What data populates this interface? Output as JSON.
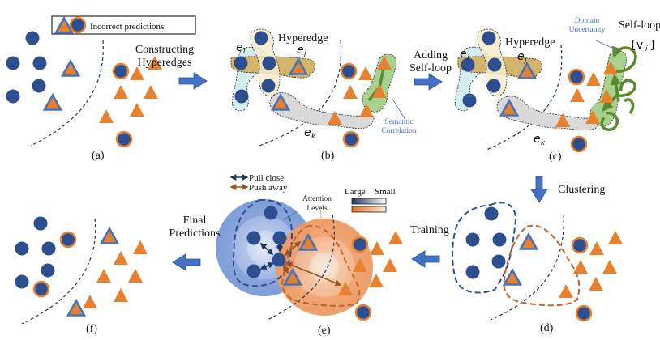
{
  "legend": {
    "label": "Incorrect predictions",
    "icons": [
      "blue-outlined-orange-triangle",
      "orange-outlined-blue-circle"
    ]
  },
  "colors": {
    "blue": "#2e4f8f",
    "orange": "#e8812f",
    "blue_outline": "#4a72b8",
    "orange_outline": "#e8812f",
    "arrow_blue": "#4472c4",
    "green": "#5a8a2e",
    "green_fill": "#a9d18e",
    "boundary": "#1f3864",
    "pull": "#1f3864",
    "push": "#a0521c"
  },
  "panels": {
    "a": {
      "caption": "(a)"
    },
    "b": {
      "caption": "(b)",
      "hyperedge_label": "Hyperedge",
      "edge_i": "e",
      "edge_i_sub": "i",
      "edge_j": "e",
      "edge_j_sub": "j",
      "edge_k": "e",
      "edge_k_sub": "k",
      "note": [
        "Semantic",
        "Correlation"
      ]
    },
    "c": {
      "caption": "(c)",
      "hyperedge_label": "Hyperedge",
      "edge_i": "e",
      "edge_i_sub": "i",
      "edge_j": "e",
      "edge_j_sub": "j",
      "edge_k": "e",
      "edge_k_sub": "k",
      "note": [
        "Domain",
        "Uncertainty"
      ],
      "selfloop_label": "Self-loop",
      "selfloop_set": "{v",
      "selfloop_set_sub": "i",
      "selfloop_set_close": "}"
    },
    "d": {
      "caption": "(d)"
    },
    "e": {
      "caption": "(e)",
      "pull_label": "Pull close",
      "push_label": "Push away",
      "attention_label": [
        "Attention",
        "Levels"
      ],
      "scale_large": "Large",
      "scale_small": "Small"
    },
    "f": {
      "caption": "(f)"
    }
  },
  "steps": {
    "constructing": [
      "Constructing",
      "Hyperedges"
    ],
    "adding": [
      "Adding",
      "Self-loop"
    ],
    "clustering": "Clustering",
    "training": "Training",
    "final": [
      "Final",
      "Predictions"
    ]
  }
}
